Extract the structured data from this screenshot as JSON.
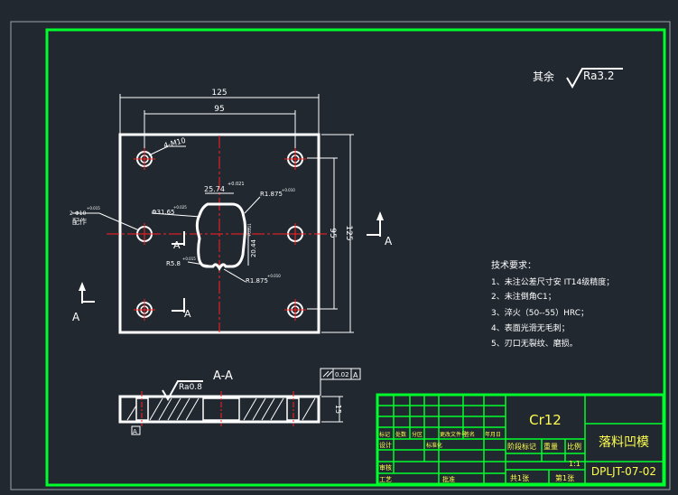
{
  "colors": {
    "background": "#212830",
    "frame": "#00ff2a",
    "line": "#ffffff",
    "center_line": "#ff2020",
    "title_text": "#ffff4d"
  },
  "roughness_note": {
    "label": "其余",
    "value": "Ra3.2"
  },
  "dims": {
    "width_overall": "125",
    "width_holes": "95",
    "height_overall": "125",
    "height_holes": "95",
    "thread": "4-M10",
    "slot_width": "25.74",
    "slot_width_tol": "+0.021",
    "slot_dia": "Φ31.65",
    "slot_dia_tol": "+0.025",
    "r_top": "R1.875",
    "r_top_tol": "+0.010",
    "r_left": "R5.8",
    "r_left_tol": "+0.015",
    "r_bot": "R1.875",
    "r_bot_tol": "+0.010",
    "slot_depth": "20.44",
    "slot_depth_tol": "+0.021",
    "pin_holes": "2-Φ10",
    "pin_holes_tol": "+0.015",
    "pin_holes_note": "配作",
    "section_height": "15",
    "surface_ra": "Ra0.8",
    "parallel_tol": "0.02",
    "parallel_datum": "A"
  },
  "section": {
    "label": "A-A",
    "marker": "A"
  },
  "notes": {
    "title": "技术要求：",
    "items": [
      "1、未注公差尺寸安 IT14级精度；",
      "2、未注倒角C1；",
      "3、淬火（50--55）HRC；",
      "4、表面光滑无毛刺；",
      "5、刃口无裂纹、磨损。"
    ]
  },
  "title_block": {
    "material": "Cr12",
    "part_name": "落料凹模",
    "drawing_no": "DPLJT-07-02",
    "stage_label": "阶段标记",
    "weight_label": "重量",
    "scale_label": "比例",
    "scale_value": "1:1",
    "sheets_total": "共1张",
    "sheet_no": "第1张",
    "rev_headers": [
      "标记",
      "处数",
      "分区",
      "更改文件号",
      "签名",
      "年月日"
    ],
    "rows": [
      "设计",
      "审核",
      "工艺"
    ],
    "extra_labels": [
      "标准化",
      "批准"
    ]
  }
}
